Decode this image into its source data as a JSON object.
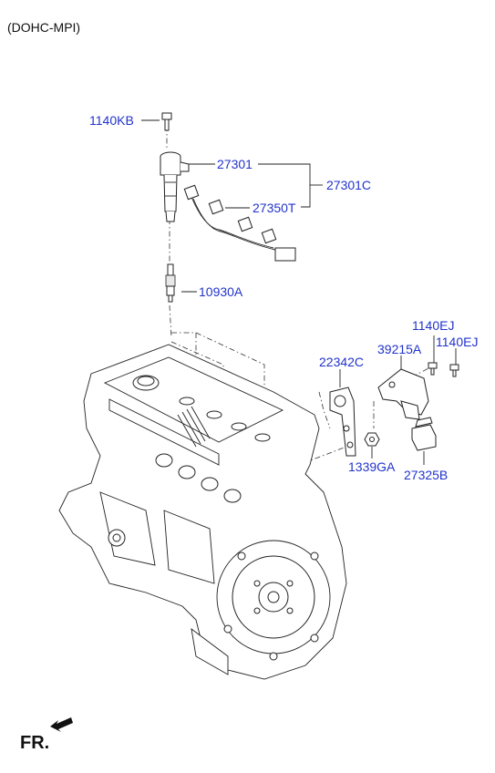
{
  "header": {
    "variant": "(DOHC-MPI)"
  },
  "labels": {
    "bolt_top": "1140KB",
    "ignition_coil": "27301",
    "coil_assembly": "27301C",
    "harness": "27350T",
    "spark_plug": "10930A",
    "bolt_right_1": "1140EJ",
    "bolt_right_2": "1140EJ",
    "bracket": "39215A",
    "engine_bracket": "22342C",
    "nut": "1339GA",
    "sensor": "27325B"
  },
  "footer": {
    "front_marker": "FR."
  },
  "colors": {
    "label": "#2233cc",
    "line": "#222222"
  }
}
